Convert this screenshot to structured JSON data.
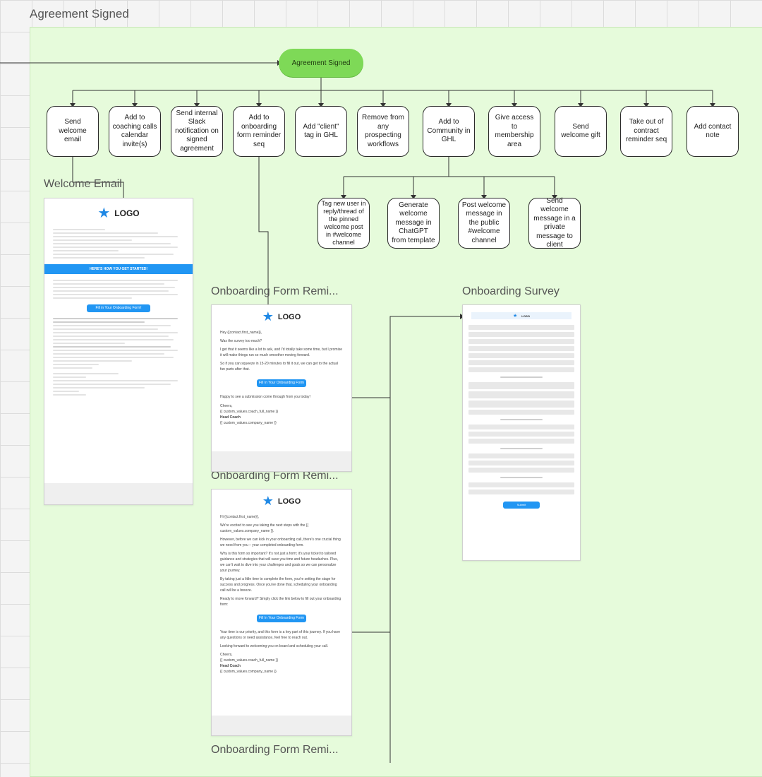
{
  "board": {
    "frame_title": "Agreement Signed",
    "root_label": "Agreement Signed"
  },
  "steps": [
    "Send welcome email",
    "Add to coaching calls calendar invite(s)",
    "Send internal Slack notification on signed agreement",
    "Add to onboarding form reminder seq",
    "Add \"client\" tag in GHL",
    "Remove from any prospecting workflows",
    "Add to Community in GHL",
    "Give access to membership area",
    "Send welcome gift",
    "Take out of contract reminder seq",
    "Add contact note"
  ],
  "community_steps": [
    "Tag new user in reply/thread of the pinned welcome post in #welcome channel",
    "Generate welcome message in ChatGPT from template",
    "Post welcome message in the public #welcome channel",
    "Send welcome message in a private message to client"
  ],
  "sections": {
    "welcome_email": "Welcome Email",
    "reminder_1": "Onboarding Form Remi...",
    "reminder_2": "Onboarding Form Remi...",
    "reminder_3": "Onboarding Form Remi...",
    "survey": "Onboarding Survey"
  },
  "welcome_email": {
    "logo": "LOGO",
    "banner": "HERE'S HOW YOU GET STARTED!",
    "button": "Fill in Your Onboarding Form!"
  },
  "reminder_1": {
    "logo": "LOGO",
    "greeting": "Hey {{contact.first_name}},",
    "p1": "Was the survey too much?",
    "p2": "I get that it seems like a lot to ask, and I'd totally take some time, but I promise it will make things run so much smoother moving forward.",
    "p3": "So if you can squeeze in 15-20 minutes to fill it out, we can get to the actual fun parts after that.",
    "button": "Fill In Your Onboarding Form",
    "p4": "Happy to see a submission come through from you today!",
    "signoff": "Cheers,",
    "name": "{{ custom_values.coach_full_name }}",
    "role": "Head Coach",
    "company": "{{ custom_values.company_name }}"
  },
  "reminder_2": {
    "logo": "LOGO",
    "greeting": "Hi {{contact.first_name}},",
    "p1": "We're excited to see you taking the next steps with the {{ custom_values.company_name }}.",
    "p2": "However, before we can kick in your onboarding call, there's one crucial thing we need from you – your completed onboarding form.",
    "p3": "Why is this form so important? It's not just a form; it's your ticket to tailored guidance and strategies that will save you time and future headaches. Plus, we can't wait to dive into your challenges and goals so we can personalize your journey.",
    "p4": "By taking just a little time to complete the form, you're setting the stage for success and progress. Once you've done that, scheduling your onboarding call will be a breeze.",
    "p5": "Ready to move forward? Simply click the link below to fill out your onboarding form:",
    "button": "Fill In Your Onboarding Form",
    "p6": "Your time is our priority, and this form is a key part of this journey. If you have any questions or need assistance, feel free to reach out.",
    "p7": "Looking forward to welcoming you on board and scheduling your call.",
    "signoff": "Cheers,",
    "name": "{{ custom_values.coach_full_name }}",
    "role": "Head Coach",
    "company": "{{ custom_values.company_name }}"
  },
  "survey": {
    "logo": "LOGO",
    "button": "Submit"
  },
  "colors": {
    "frame_bg": "#e6fbdb",
    "root_pill": "#7ed957",
    "accent_blue": "#2196f3",
    "node_border": "#2b2b2b"
  }
}
